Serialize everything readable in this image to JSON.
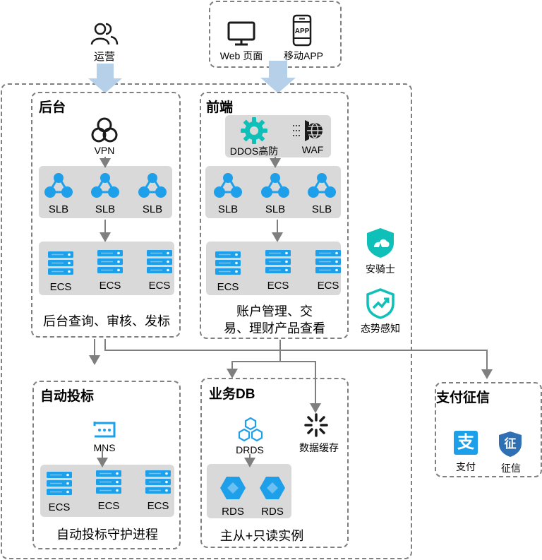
{
  "top": {
    "ops_label": "运营",
    "web_label": "Web 页面",
    "app_label": "移动APP",
    "app_icon_text": "APP"
  },
  "backend": {
    "title": "后台",
    "vpn_label": "VPN",
    "slb_labels": [
      "SLB",
      "SLB",
      "SLB"
    ],
    "ecs_labels": [
      "ECS",
      "ECS",
      "ECS"
    ],
    "caption": "后台查询、审核、发标"
  },
  "frontend": {
    "title": "前端",
    "ddos_label": "DDOS高防",
    "waf_label": "WAF",
    "slb_labels": [
      "SLB",
      "SLB",
      "SLB"
    ],
    "ecs_labels": [
      "ECS",
      "ECS",
      "ECS"
    ],
    "caption_line1": "账户管理、交",
    "caption_line2": "易、理财产品查看"
  },
  "security": {
    "anqishi_label": "安骑士",
    "taishi_label": "态势感知"
  },
  "autobid": {
    "title": "自动投标",
    "mns_label": "MNS",
    "ecs_labels": [
      "ECS",
      "ECS",
      "ECS"
    ],
    "caption": "自动投标守护进程"
  },
  "db": {
    "title": "业务DB",
    "drds_label": "DRDS",
    "rds_labels": [
      "RDS",
      "RDS"
    ],
    "caption": "主从+只读实例"
  },
  "cache": {
    "label": "数据缓存"
  },
  "payment": {
    "title": "支付征信",
    "alipay_label": "支付",
    "alipay_glyph": "支",
    "credit_label": "征信",
    "credit_glyph": "征"
  },
  "colors": {
    "icon_blue": "#1e9fea",
    "teal": "#0ec0b8",
    "dark": "#1a1a1a",
    "panel_gray": "#d9d9d9",
    "dash": "#7f7f7f",
    "arrow_light": "#b6d0ea"
  }
}
